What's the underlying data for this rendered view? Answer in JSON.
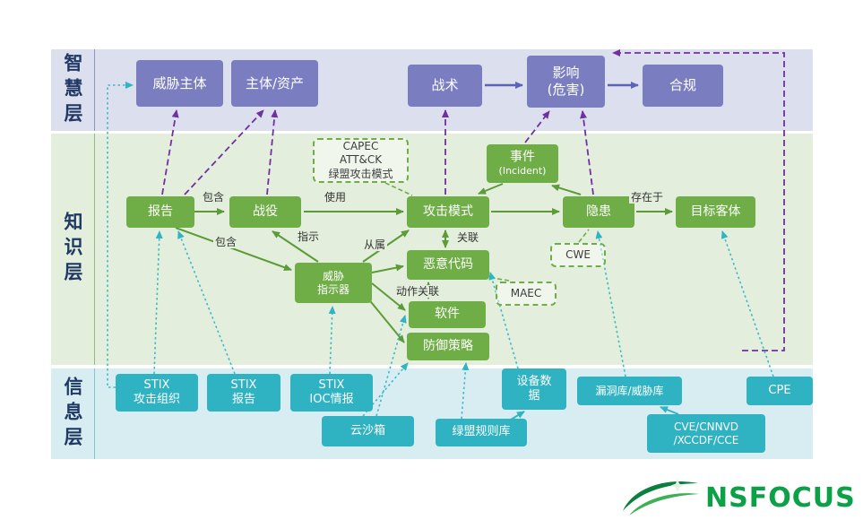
{
  "layers": {
    "wisdom": {
      "label": "智慧层"
    },
    "knowledge": {
      "label": "知识层"
    },
    "info": {
      "label": "信息层"
    }
  },
  "nodes": {
    "threat_actor": {
      "label": "威胁主体"
    },
    "subject_asset": {
      "label": "主体/资产"
    },
    "tactic": {
      "label": "战术"
    },
    "impact": {
      "line1": "影响",
      "line2": "(危害)"
    },
    "compliance": {
      "label": "合规"
    },
    "report": {
      "label": "报告"
    },
    "campaign": {
      "label": "战役"
    },
    "attack_pattern": {
      "label": "攻击模式"
    },
    "incident": {
      "line1": "事件",
      "line2": "(Incident)"
    },
    "hidden_danger": {
      "label": "隐患"
    },
    "target_object": {
      "label": "目标客体"
    },
    "threat_indicator": {
      "line1": "威胁",
      "line2": "指示器"
    },
    "malicious_code": {
      "label": "恶意代码"
    },
    "software": {
      "label": "软件"
    },
    "defense_strategy": {
      "label": "防御策略"
    },
    "capec": {
      "line1": "CAPEC",
      "line2": "ATT&CK",
      "line3": "绿盟攻击模式"
    },
    "cwe": {
      "label": "CWE"
    },
    "maec": {
      "label": "MAEC"
    },
    "stix_attack_org": {
      "line1": "STIX",
      "line2": "攻击组织"
    },
    "stix_report": {
      "line1": "STIX",
      "line2": "报告"
    },
    "stix_ioc": {
      "line1": "STIX",
      "line2": "IOC情报"
    },
    "cloud_sandbox": {
      "label": "云沙箱"
    },
    "nsfocus_rulebase": {
      "label": "绿盟规则库"
    },
    "device_data": {
      "line1": "设备数",
      "line2": "据"
    },
    "vuln_threat_db": {
      "label": "漏洞库/威胁库"
    },
    "cpe": {
      "label": "CPE"
    },
    "cve_cnnvd": {
      "line1": "CVE/CNNVD",
      "line2": "/XCCDF/CCE"
    }
  },
  "edge_labels": {
    "contains_1": "包含",
    "uses": "使用",
    "contains_2": "包含",
    "indicates": "指示",
    "belongs_to": "从属",
    "relates": "关联",
    "action_relates": "动作关联",
    "exists_in": "存在于"
  },
  "logo": {
    "text": "NSFOCUS"
  },
  "colors": {
    "wisdom_layer_bg": "#dcdfee",
    "knowledge_layer_bg": "#e3efdc",
    "info_layer_bg": "#d8edf2",
    "wisdom_node": "#7a7ec1",
    "knowledge_node": "#6fae46",
    "info_node": "#2fb3c3",
    "green_arrow": "#5b9b38",
    "purple_arrow": "#7030a0",
    "teal_arrow": "#2fb4c4",
    "blue_arrow": "#5b63b7",
    "layer_label_text": "#1f3864",
    "logo_green": "#0aa147"
  }
}
